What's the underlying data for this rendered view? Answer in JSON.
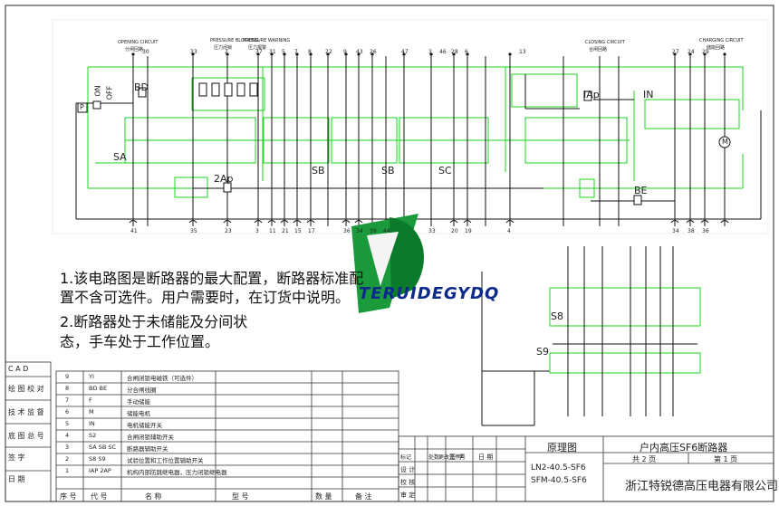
{
  "notes": {
    "line1": "1.该电路图是断路器的最大配置，断路器标准配",
    "line2": "置不含可选件。用户需要时，在订货中说明。",
    "line3": "2.断路器处于未储能及分间状",
    "line4": "态，手车处于工作位置。"
  },
  "logo": {
    "text": "TERUIDEGYDQ",
    "color_green": "#1a9a3a",
    "color_blue": "#0b2a8a"
  },
  "labels": {
    "sa": "SA",
    "bd": "BD",
    "on": "ON",
    "off": "OFF",
    "p": "P",
    "ap2": "2Ap",
    "iap": "IAp",
    "be": "BE",
    "in": "IN",
    "m": "M",
    "sb1": "SB",
    "sb2": "SB",
    "sc": "SC",
    "s8": "S8",
    "s9": "S9"
  },
  "section_titles": {
    "opening": "OPENING CIRCUIT",
    "opening_cn": "分闸回路",
    "pressure1": "PRESSURE BLOCKING",
    "pressure1_cn": "压力闭锁",
    "pressure2": "PRESSURE WARNING",
    "pressure2_cn": "压力报警",
    "closing": "CLOSING CIRCUIT",
    "closing_cn": "合闸回路",
    "charging": "CHARGING CIRCUIT",
    "charging_cn": "储能回路"
  },
  "top_terminals": [
    "30",
    "33",
    "2",
    "37",
    "31",
    "5",
    "7",
    "8",
    "22",
    "9",
    "43",
    "26",
    "47",
    "3",
    "46",
    "28",
    "6",
    "13",
    "27",
    "24",
    "29"
  ],
  "bottom_terminals": [
    "41",
    "35",
    "23",
    "3",
    "11",
    "21",
    "15",
    "17",
    "36",
    "34",
    "39",
    "44",
    "33",
    "4",
    "20",
    "19",
    "34",
    "38",
    "36"
  ],
  "left_column": [
    "C A D",
    "绘 图 校 对",
    "技 术 监 督",
    "底 图 总 号",
    "签    字",
    "日    期"
  ],
  "parts_table": {
    "rows": [
      {
        "no": "9",
        "code": "YI",
        "name": "合闸闭锁电磁铁（可选件）"
      },
      {
        "no": "8",
        "code": "BD  BE",
        "name": "分合闸线圈"
      },
      {
        "no": "7",
        "code": "F",
        "name": "手动储能"
      },
      {
        "no": "6",
        "code": "M",
        "name": "储能电机"
      },
      {
        "no": "5",
        "code": "IN",
        "name": "电机储能开关"
      },
      {
        "no": "4",
        "code": "S2",
        "name": "合闸闭锁辅助开关"
      },
      {
        "no": "3",
        "code": "SA SB SC",
        "name": "断路器辅助开关"
      },
      {
        "no": "2",
        "code": "S8 S9",
        "name": "试验位置和工作位置辅助开关"
      },
      {
        "no": "1",
        "code": "IAP 2AP",
        "name": "机构内部防跳继电器，压力闭锁继电器"
      }
    ],
    "headers": {
      "no": "序 号",
      "code": "代 号",
      "name": "名    称",
      "type": "型        号",
      "qty": "数 量",
      "remark": "备    注"
    }
  },
  "title_block": {
    "marks": "标记",
    "count": "处数",
    "change_no": "更改文件号",
    "sign": "签  字",
    "date": "日 期",
    "design": "设  计",
    "check": "校  核",
    "audit": "审  定",
    "drawing_name": "原理图",
    "model1": "LN2-40.5-SF6",
    "model2": "SFM-40.5-SF6",
    "product": "户内高压SF6断路器",
    "sheets": "共  2  页",
    "sheet": "第  1  页",
    "company": "浙江特锐德高压电器有限公司"
  }
}
